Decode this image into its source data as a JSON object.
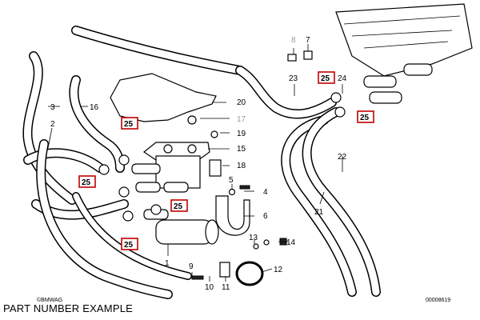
{
  "copyright": "©BMWAG",
  "diagram_number": "00008619",
  "caption": "PART NUMBER EXAMPLE",
  "colors": {
    "highlight_box": "#c00000",
    "gray_label": "#9a9a9a",
    "line": "#000000"
  },
  "labels": {
    "l1": "1",
    "l2": "2",
    "l3": "3",
    "l4": "4",
    "l5": "5",
    "l6": "6",
    "l7": "7",
    "l8": "8",
    "l9": "9",
    "l10": "10",
    "l11": "11",
    "l12": "12",
    "l13": "13",
    "l14": "14",
    "l15": "15",
    "l16": "16",
    "l17": "17",
    "l18": "18",
    "l19": "19",
    "l20": "20",
    "l21": "21",
    "l22": "22",
    "l23": "23",
    "l24": "24"
  },
  "highlight_label": "25"
}
